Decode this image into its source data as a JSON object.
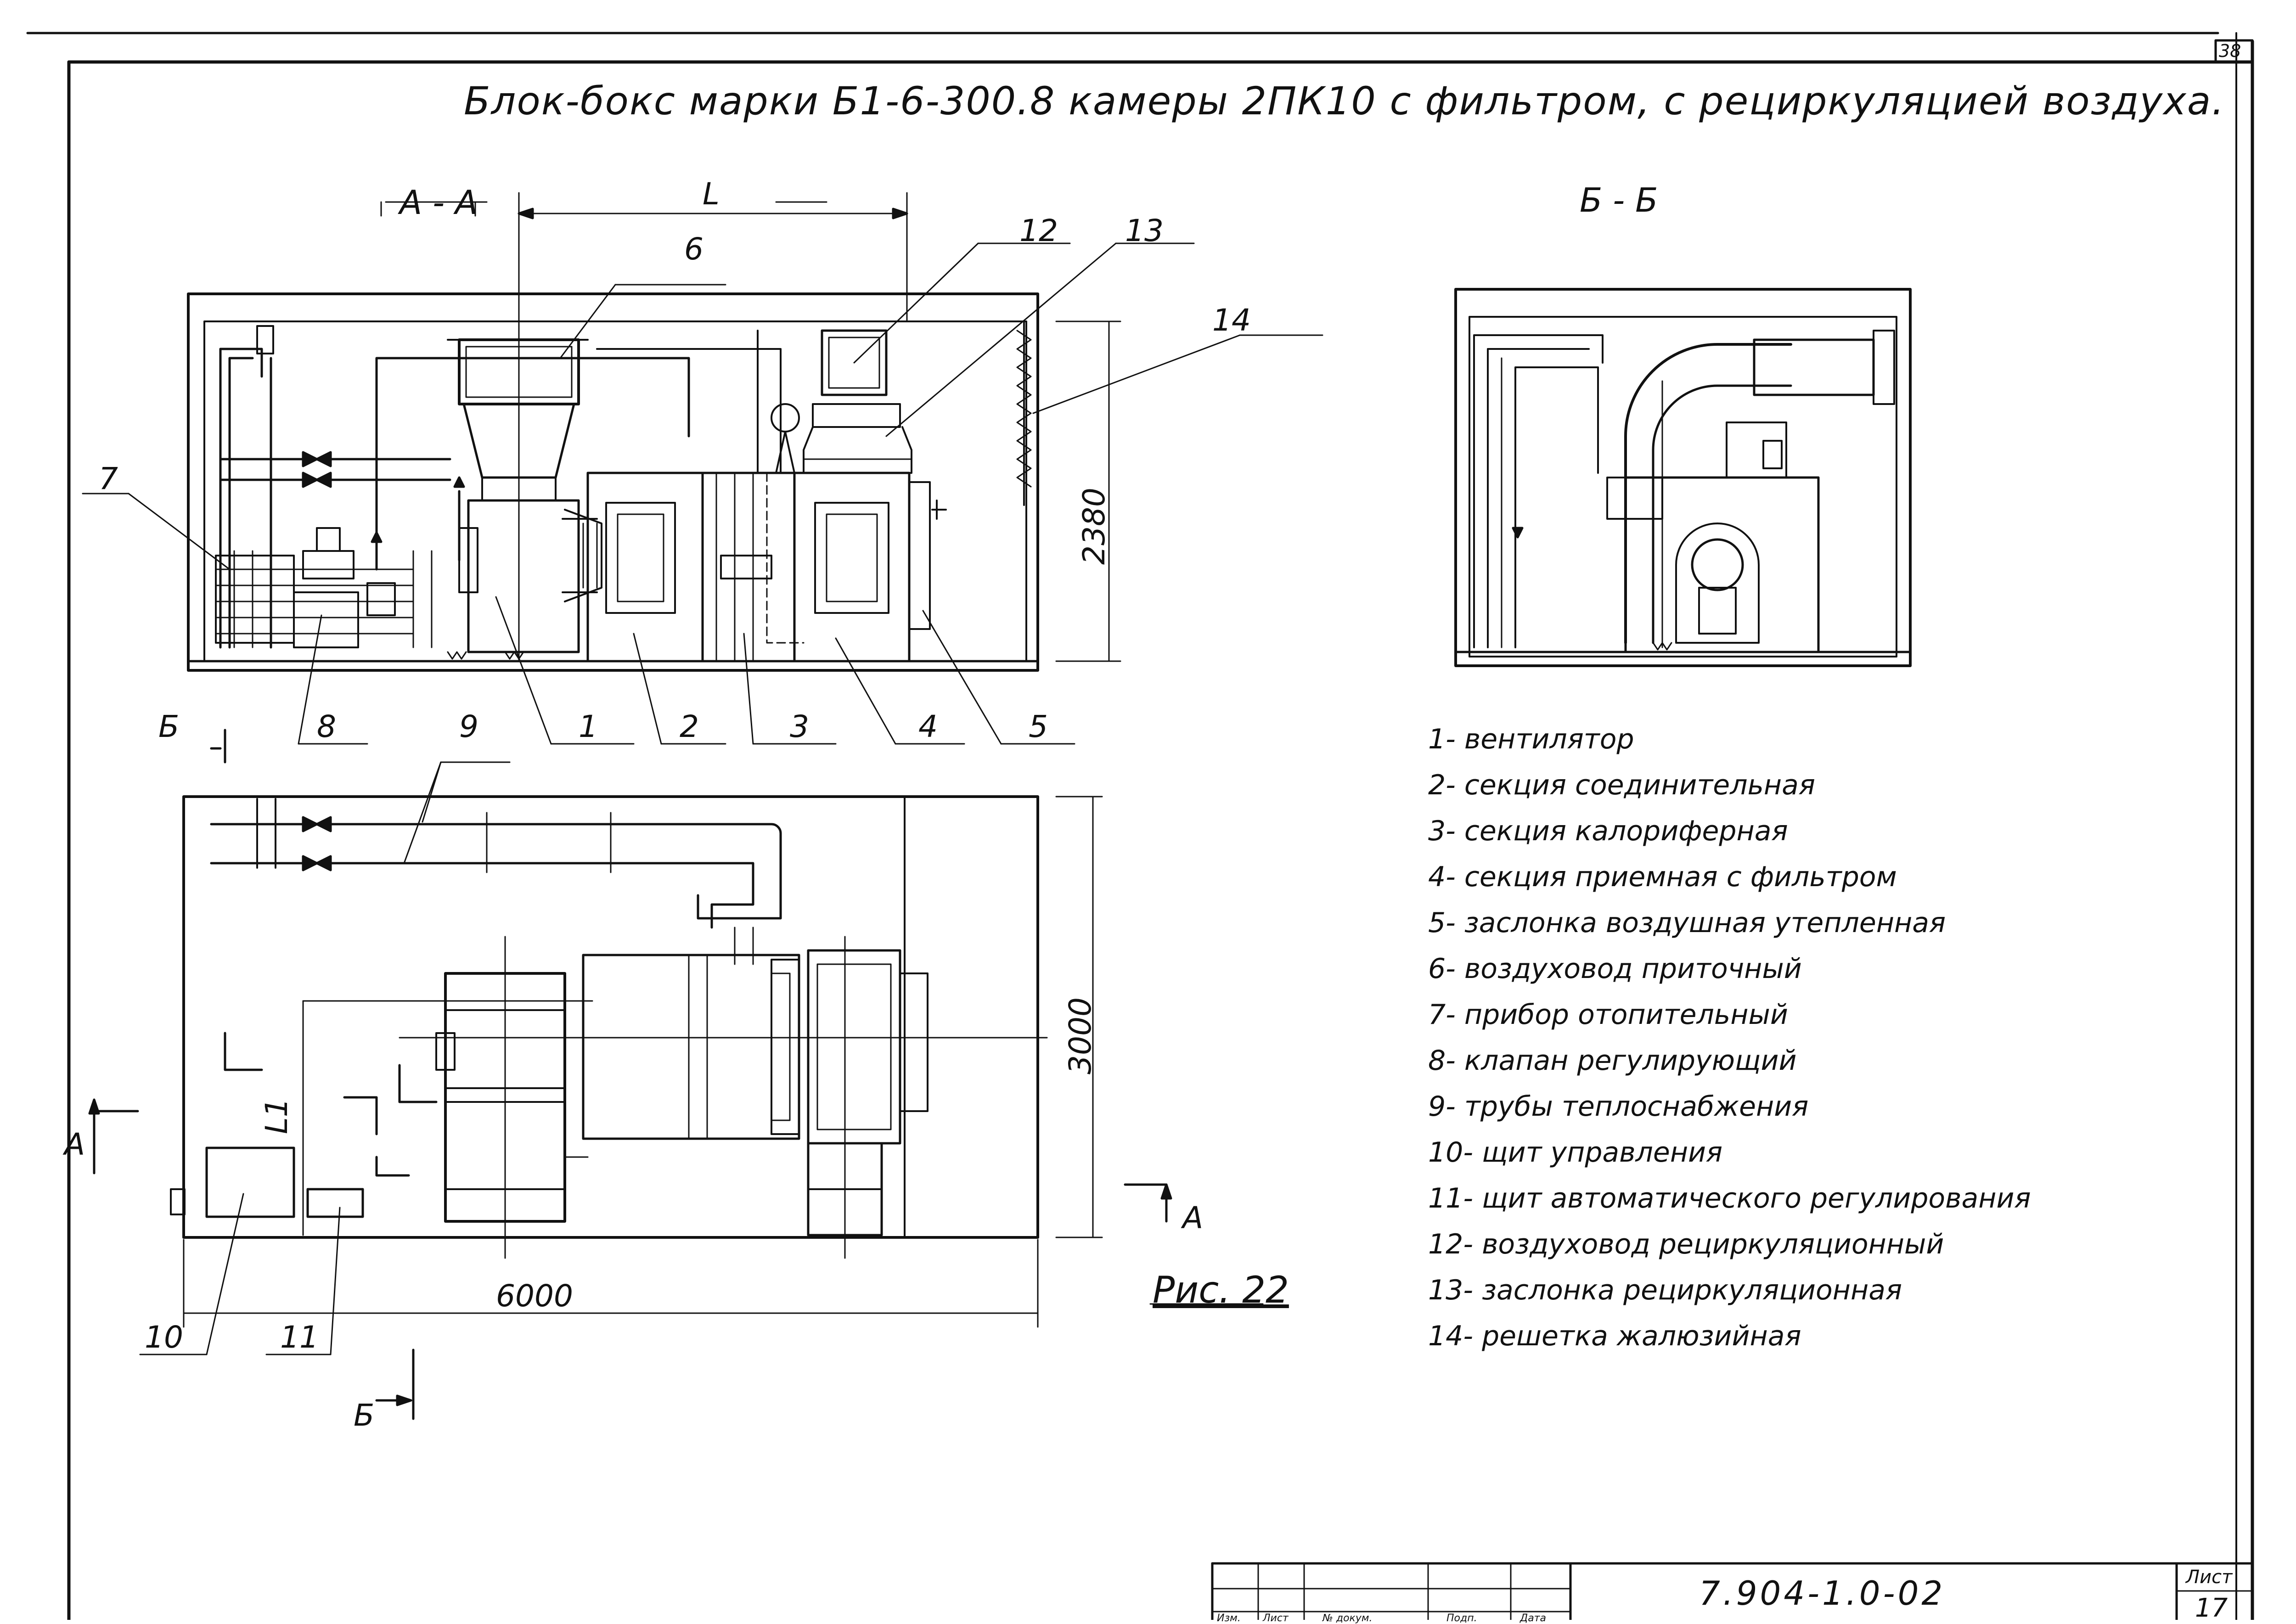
{
  "page_number": "38",
  "title": "Блок-бокс марки Б1-6-300.8 камеры 2ПК10 с фильтром, с рециркуляцией воздуха.",
  "sections": {
    "aa": "А - А",
    "bb": "Б - Б",
    "dim_L": "L",
    "dim_L1": "L1",
    "dim_2380": "2380",
    "dim_3000": "3000",
    "dim_6000": "6000",
    "cut_b": "Б",
    "cut_a": "А"
  },
  "callouts": [
    "1",
    "2",
    "3",
    "4",
    "5",
    "6",
    "7",
    "8",
    "9",
    "10",
    "11",
    "12",
    "13",
    "14"
  ],
  "figure_caption": "Рис. 22",
  "legend": [
    "1- вентилятор",
    "2- секция соединительная",
    "3- секция калориферная",
    "4- секция приемная с фильтром",
    "5- заслонка воздушная утепленная",
    "6- воздуховод приточный",
    "7- прибор отопительный",
    "8- клапан регулирующий",
    "9- трубы теплоснабжения",
    "10- щит управления",
    "11- щит автоматического регулирования",
    "12- воздуховод рециркуляционный",
    "13- заслонка рециркуляционная",
    "14- решетка жалюзийная"
  ],
  "title_block": {
    "doc_code": "7.904-1.0-02",
    "sheet_label": "Лист",
    "sheet_number": "17",
    "headers": [
      "Изм.",
      "Лист",
      "№ докум.",
      "Подп.",
      "Дата"
    ]
  }
}
